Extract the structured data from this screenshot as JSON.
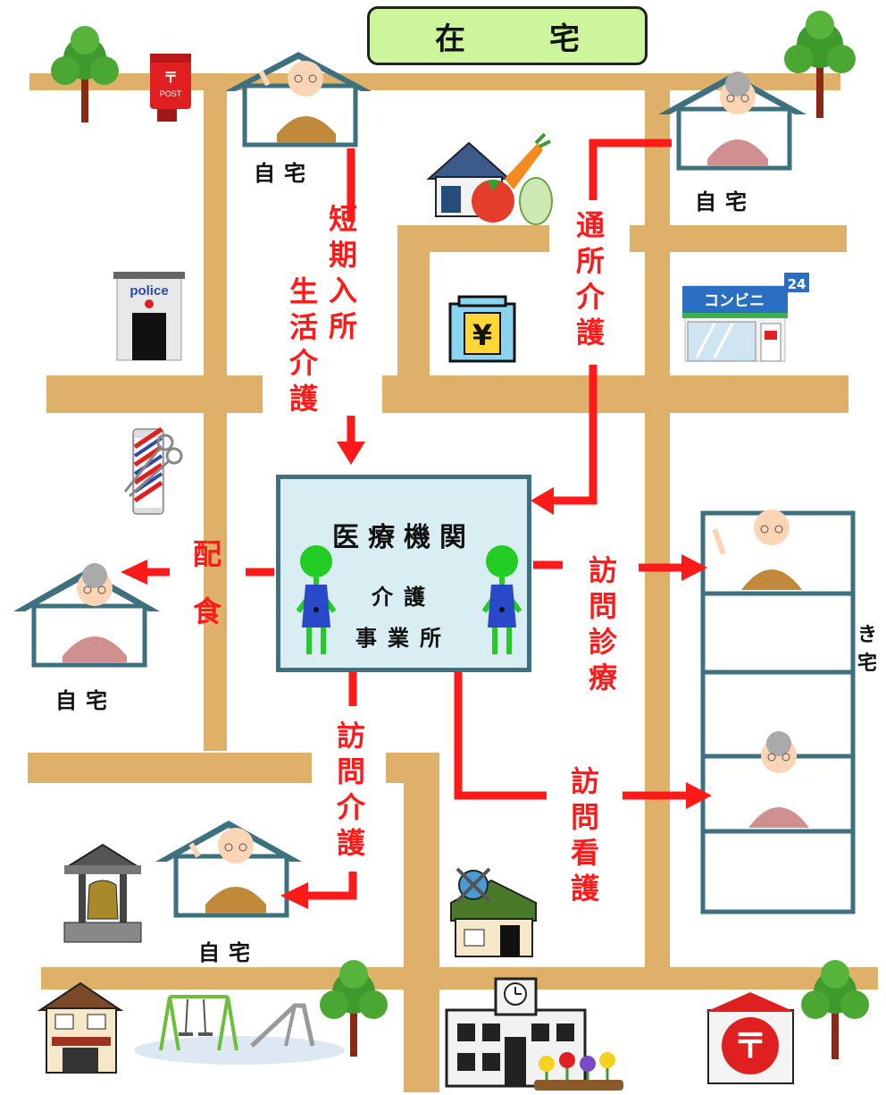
{
  "title": "在　宅",
  "center": {
    "title": "医療機関",
    "sub_line1": "介護",
    "sub_line2": "事業所"
  },
  "services": {
    "short_stay_line1": "短期入所",
    "short_stay_line2": "生活介護",
    "day_care": "通所介護",
    "meal_delivery": "配食",
    "home_visit_medical": "訪問診療",
    "home_visit_care": "訪問介護",
    "home_visit_nursing": "訪問看護"
  },
  "homes": {
    "top_left": "自宅",
    "top_right": "自宅",
    "mid_left": "自宅",
    "bottom": "自宅"
  },
  "apartment_label": "き宅",
  "building_labels": {
    "police": "police",
    "konbini": "コンビニ",
    "konbini_hours": "24",
    "post": "POST",
    "bank": "¥"
  },
  "colors": {
    "road": "#dfb06a",
    "arrow": "#ff1a1a",
    "title_bg": "#ccf59c",
    "center_bg": "#d8eef3",
    "house_roof": "#3d7180"
  }
}
